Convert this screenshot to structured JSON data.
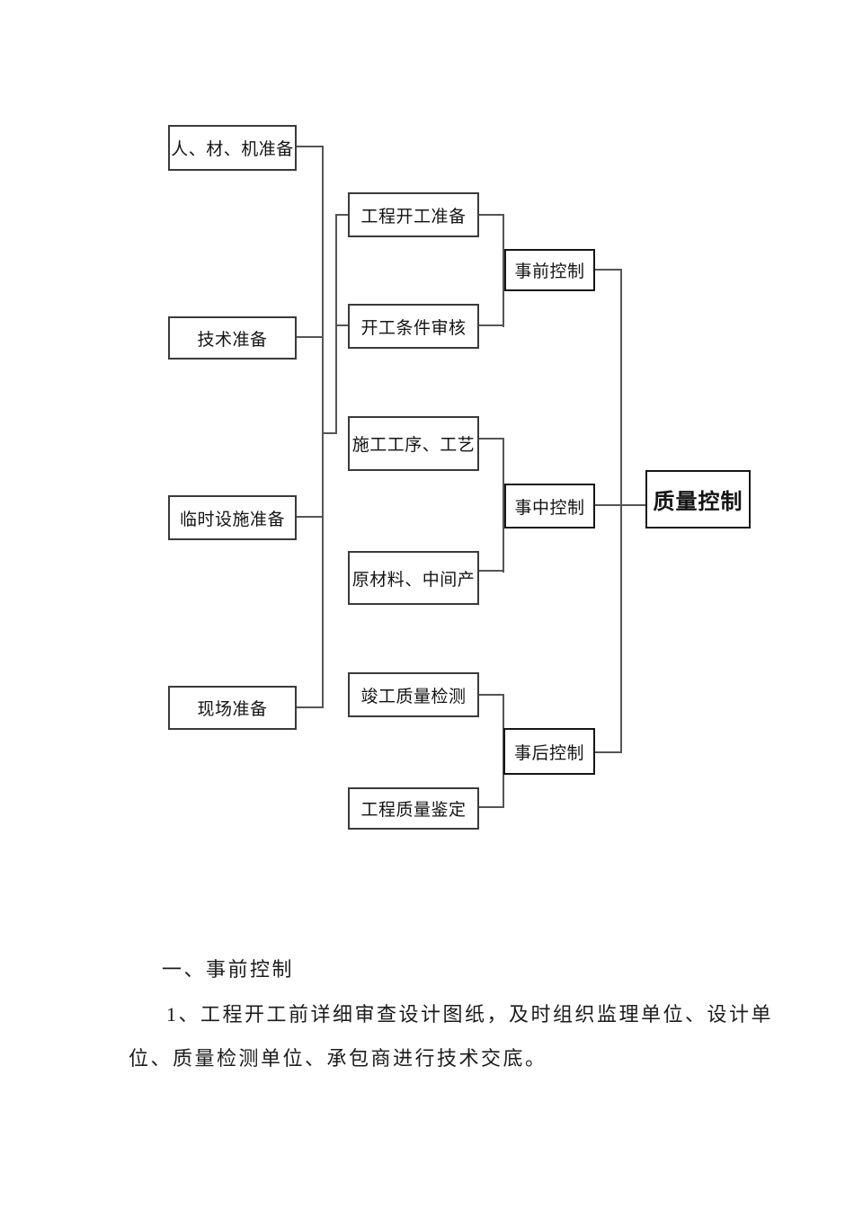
{
  "diagram": {
    "title_hint": "quality-control-flowchart",
    "boxes": [
      {
        "label": "人、材、机准备"
      },
      {
        "label": "技术准备"
      },
      {
        "label": "临时设施准备"
      },
      {
        "label": "现场准备"
      },
      {
        "label": "工程开工准备"
      },
      {
        "label": "开工条件审核"
      },
      {
        "label": "施工工序、工艺"
      },
      {
        "label": "原材料、中间产"
      },
      {
        "label": "竣工质量检测"
      },
      {
        "label": "工程质量鉴定"
      },
      {
        "label": "事前控制"
      },
      {
        "label": "事中控制"
      },
      {
        "label": "事后控制"
      },
      {
        "label": "质量控制"
      }
    ],
    "colors": {
      "box_border": "#3a3a3a",
      "control_border": "#161616",
      "connector_line": "#555555",
      "text": "#141414",
      "page_background": "#ffffff"
    }
  },
  "body_text": {
    "heading": "一、事前控制",
    "lines": [
      "1、工程开工前详细审查设计图纸，及时组织监理单位、设计单",
      "位、质量检测单位、承包商进行技术交底。"
    ]
  }
}
